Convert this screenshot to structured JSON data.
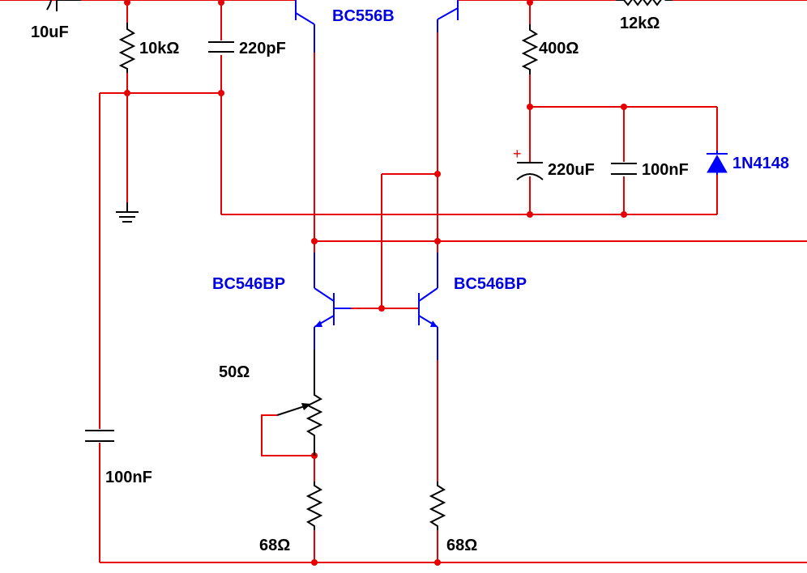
{
  "colors": {
    "wire": "#e60000",
    "component": "#000000",
    "semiconductor": "#0000ff"
  },
  "labels": {
    "c_input": "10uF",
    "r_bias": "10kΩ",
    "c_comp": "220pF",
    "q_pnp": "BC556B",
    "r_feedback": "12kΩ",
    "r_supply": "400Ω",
    "c_bulk": "220uF",
    "c_bulk_polarity": "+",
    "c_decouple_top": "100nF",
    "d_ref": "1N4148",
    "q_left": "BC546BP",
    "q_right": "BC546BP",
    "pot": "50Ω",
    "c_decouple_left": "100nF",
    "r_emitter_left": "68Ω",
    "r_emitter_right": "68Ω"
  }
}
